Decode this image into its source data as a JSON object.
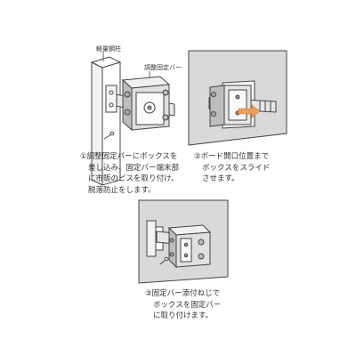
{
  "step1": {
    "stud_label": "軽量鋼柱",
    "bar_label": "調整固定バー",
    "caption": [
      "①調整固定バーにボックスを",
      "差し込み、固定バー端末部",
      "に市販のビスを取り付け、",
      "脱落防止をします。"
    ]
  },
  "step2": {
    "caption": [
      "②ボード開口位置まで",
      "ボックスをスライド",
      "させます。"
    ]
  },
  "step3": {
    "caption": [
      "③固定バー添付ねじで",
      "ボックスを固定バー",
      "に取り付けます。"
    ]
  },
  "colors": {
    "line": "#444444",
    "metal": "#cfcfcf",
    "board": "#d9d9d9",
    "arrow": "#e8a060"
  }
}
